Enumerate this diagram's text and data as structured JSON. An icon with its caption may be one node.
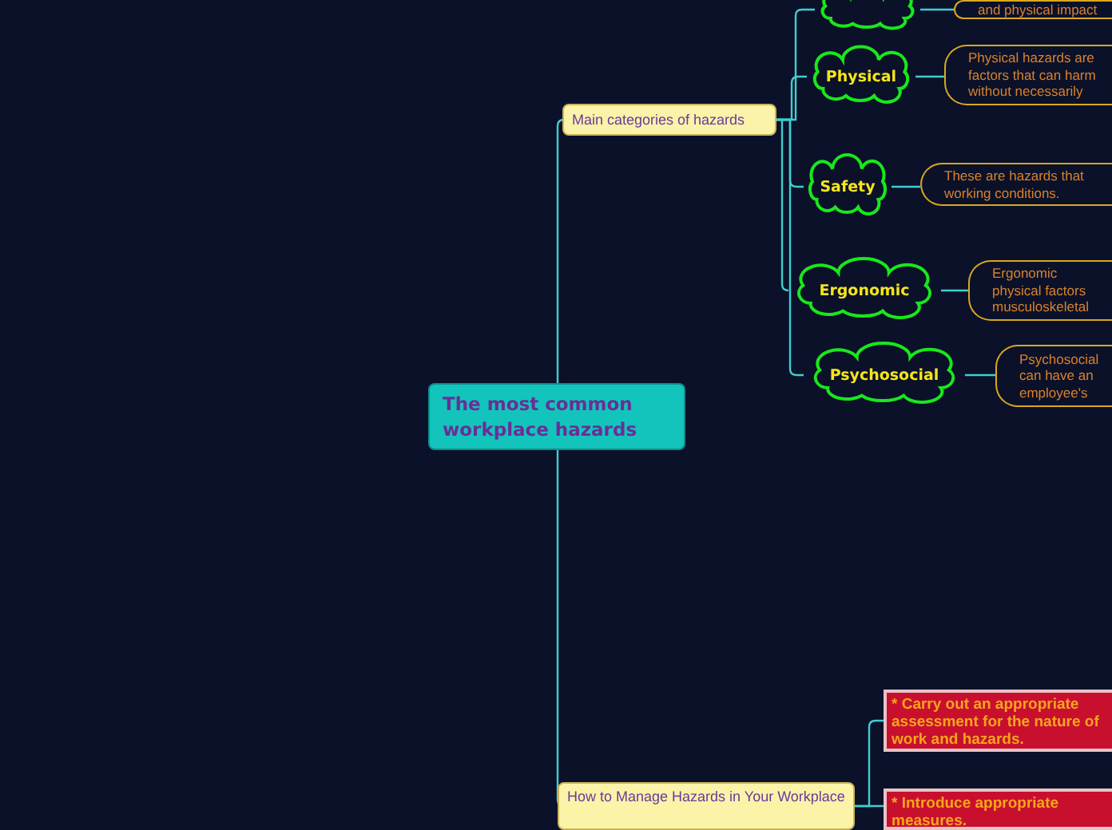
{
  "diagram": {
    "nodes": [
      {
        "text": [
          "The most common workplace hazards"
        ]
      },
      {
        "text": [
          "Main categories of hazards"
        ]
      },
      {
        "text": [],
        "shape": "cloud"
      },
      {
        "text": [
          "and physical impact"
        ]
      },
      {
        "text": [
          "Physical"
        ]
      },
      {
        "text": [
          "Physical hazards are factors that can harm without necessarily"
        ]
      },
      {
        "text": [
          "Safety"
        ]
      },
      {
        "text": [
          "These are hazards that working conditions."
        ]
      },
      {
        "text": [
          "Ergonomic"
        ]
      },
      {
        "text": [
          "Ergonomic physical factors musculoskeletal"
        ]
      },
      {
        "text": [
          "Psychosocial"
        ]
      },
      {
        "text": [
          "Psychosocial can have an employee's"
        ]
      },
      {
        "text": [
          "How to Manage Hazards in Your Workplace"
        ]
      },
      {
        "text": [
          "* Carry out an appropriate assessment for the nature of work and hazards."
        ]
      },
      {
        "text": [
          "* Introduce appropriate measures."
        ]
      }
    ],
    "edges": [
      {
        "from": 0,
        "to": 1,
        "arrow": "none"
      },
      {
        "from": 0,
        "to": 12,
        "arrow": "none"
      },
      {
        "from": 1,
        "to": 2,
        "arrow": "none"
      },
      {
        "from": 1,
        "to": 4,
        "arrow": "none"
      },
      {
        "from": 1,
        "to": 6,
        "arrow": "none"
      },
      {
        "from": 1,
        "to": 8,
        "arrow": "none"
      },
      {
        "from": 1,
        "to": 10,
        "arrow": "none"
      },
      {
        "from": 2,
        "to": 3,
        "arrow": "none"
      },
      {
        "from": 4,
        "to": 5,
        "arrow": "none"
      },
      {
        "from": 6,
        "to": 7,
        "arrow": "none"
      },
      {
        "from": 8,
        "to": 9,
        "arrow": "none"
      },
      {
        "from": 10,
        "to": 11,
        "arrow": "none"
      },
      {
        "from": 12,
        "to": 13,
        "arrow": "none"
      },
      {
        "from": 12,
        "to": 14,
        "arrow": "none"
      }
    ]
  }
}
